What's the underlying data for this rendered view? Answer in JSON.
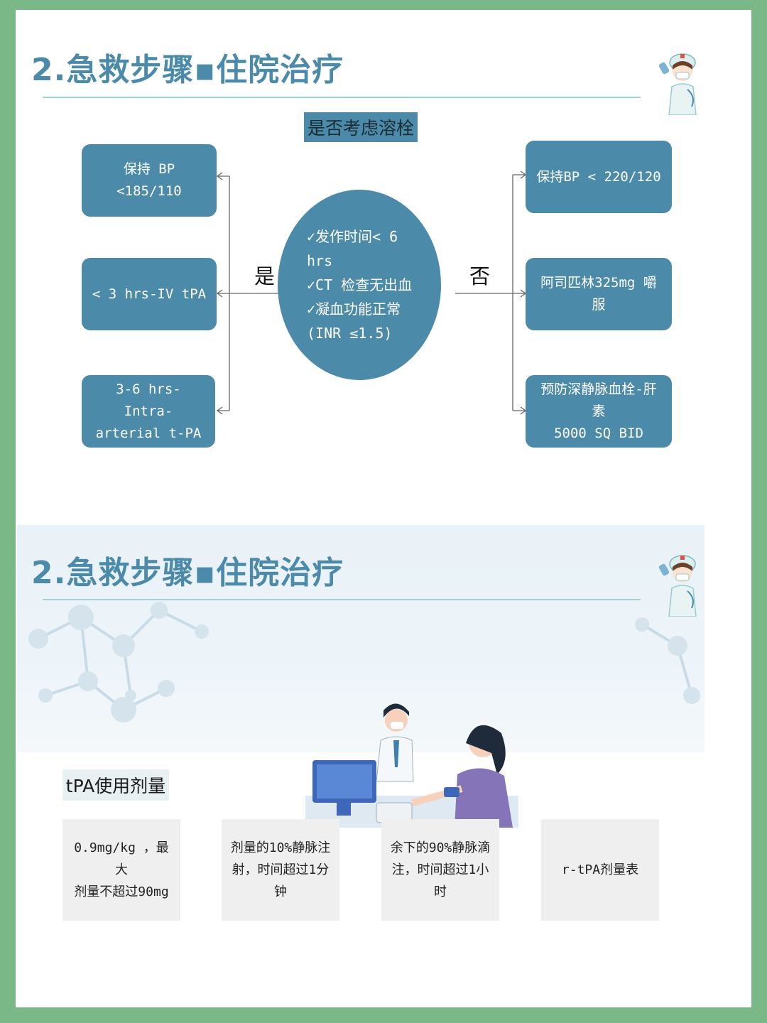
{
  "section1": {
    "title": "2.急救步骤▪住院治疗",
    "question": "是否考虑溶栓",
    "yes_label": "是",
    "no_label": "否",
    "center": {
      "line1": "✓发作时间< 6",
      "line2": "hrs",
      "line3": "✓CT 检查无出血",
      "line4": "✓凝血功能正常",
      "line5": "(INR ≤1.5)"
    },
    "yes_boxes": [
      {
        "line1": "保持 BP <185/110",
        "line2": ""
      },
      {
        "line1": "< 3 hrs-IV tPA",
        "line2": ""
      },
      {
        "line1": "3-6 hrs-Intra-",
        "line2": "arterial t-PA"
      }
    ],
    "no_boxes": [
      {
        "line1": "保持BP < 220/120",
        "line2": ""
      },
      {
        "line1": "阿司匹林325mg 嚼服",
        "line2": ""
      },
      {
        "line1": "预防深静脉血栓-肝素",
        "line2": "5000 SQ BID"
      }
    ]
  },
  "section2": {
    "title": "2.急救步骤▪住院治疗",
    "tpa_label": "tPA使用剂量",
    "dose_boxes": [
      {
        "lines": [
          "0.9mg/kg ，最大",
          "剂量不超过90mg",
          ""
        ]
      },
      {
        "lines": [
          "剂量的10%静脉注",
          "射，时间超过1分",
          "钟"
        ]
      },
      {
        "lines": [
          "余下的90%静脉滴",
          "注，时间超过1小",
          "时"
        ]
      },
      {
        "lines": [
          "r-tPA剂量表",
          "",
          ""
        ]
      }
    ]
  },
  "colors": {
    "accent": "#4b8aa8",
    "frame": "#7ab888",
    "dose_box": "#efefef"
  },
  "icons": [
    "nurse-icon",
    "doctor-patient-illustration",
    "molecule-decoration"
  ]
}
